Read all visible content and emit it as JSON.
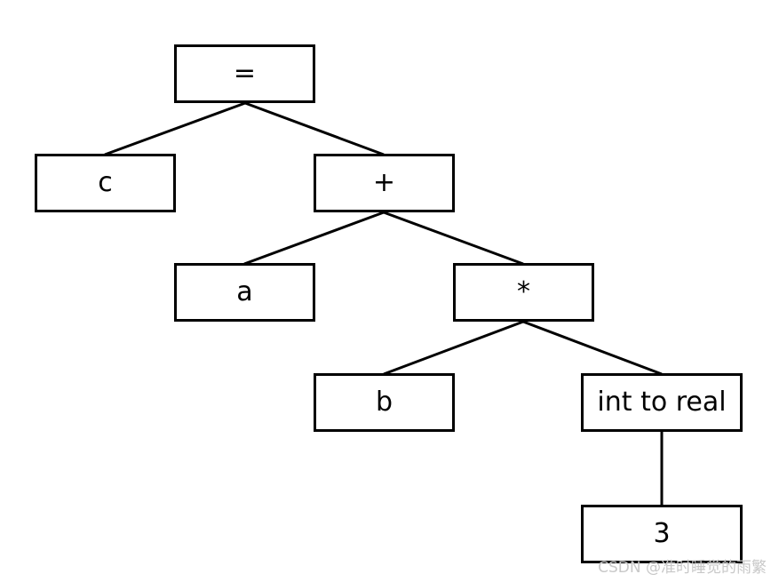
{
  "tree": {
    "nodes": [
      {
        "id": "assign",
        "label": "="
      },
      {
        "id": "c",
        "label": "c"
      },
      {
        "id": "plus",
        "label": "+"
      },
      {
        "id": "a",
        "label": "a"
      },
      {
        "id": "times",
        "label": "*"
      },
      {
        "id": "b",
        "label": "b"
      },
      {
        "id": "inttoreal",
        "label": "int to real"
      },
      {
        "id": "three",
        "label": "3"
      }
    ],
    "edges": [
      [
        "assign",
        "c"
      ],
      [
        "assign",
        "plus"
      ],
      [
        "plus",
        "a"
      ],
      [
        "plus",
        "times"
      ],
      [
        "times",
        "b"
      ],
      [
        "times",
        "inttoreal"
      ],
      [
        "inttoreal",
        "three"
      ]
    ]
  },
  "watermark": "CSDN @准时睡觉的雨繁"
}
